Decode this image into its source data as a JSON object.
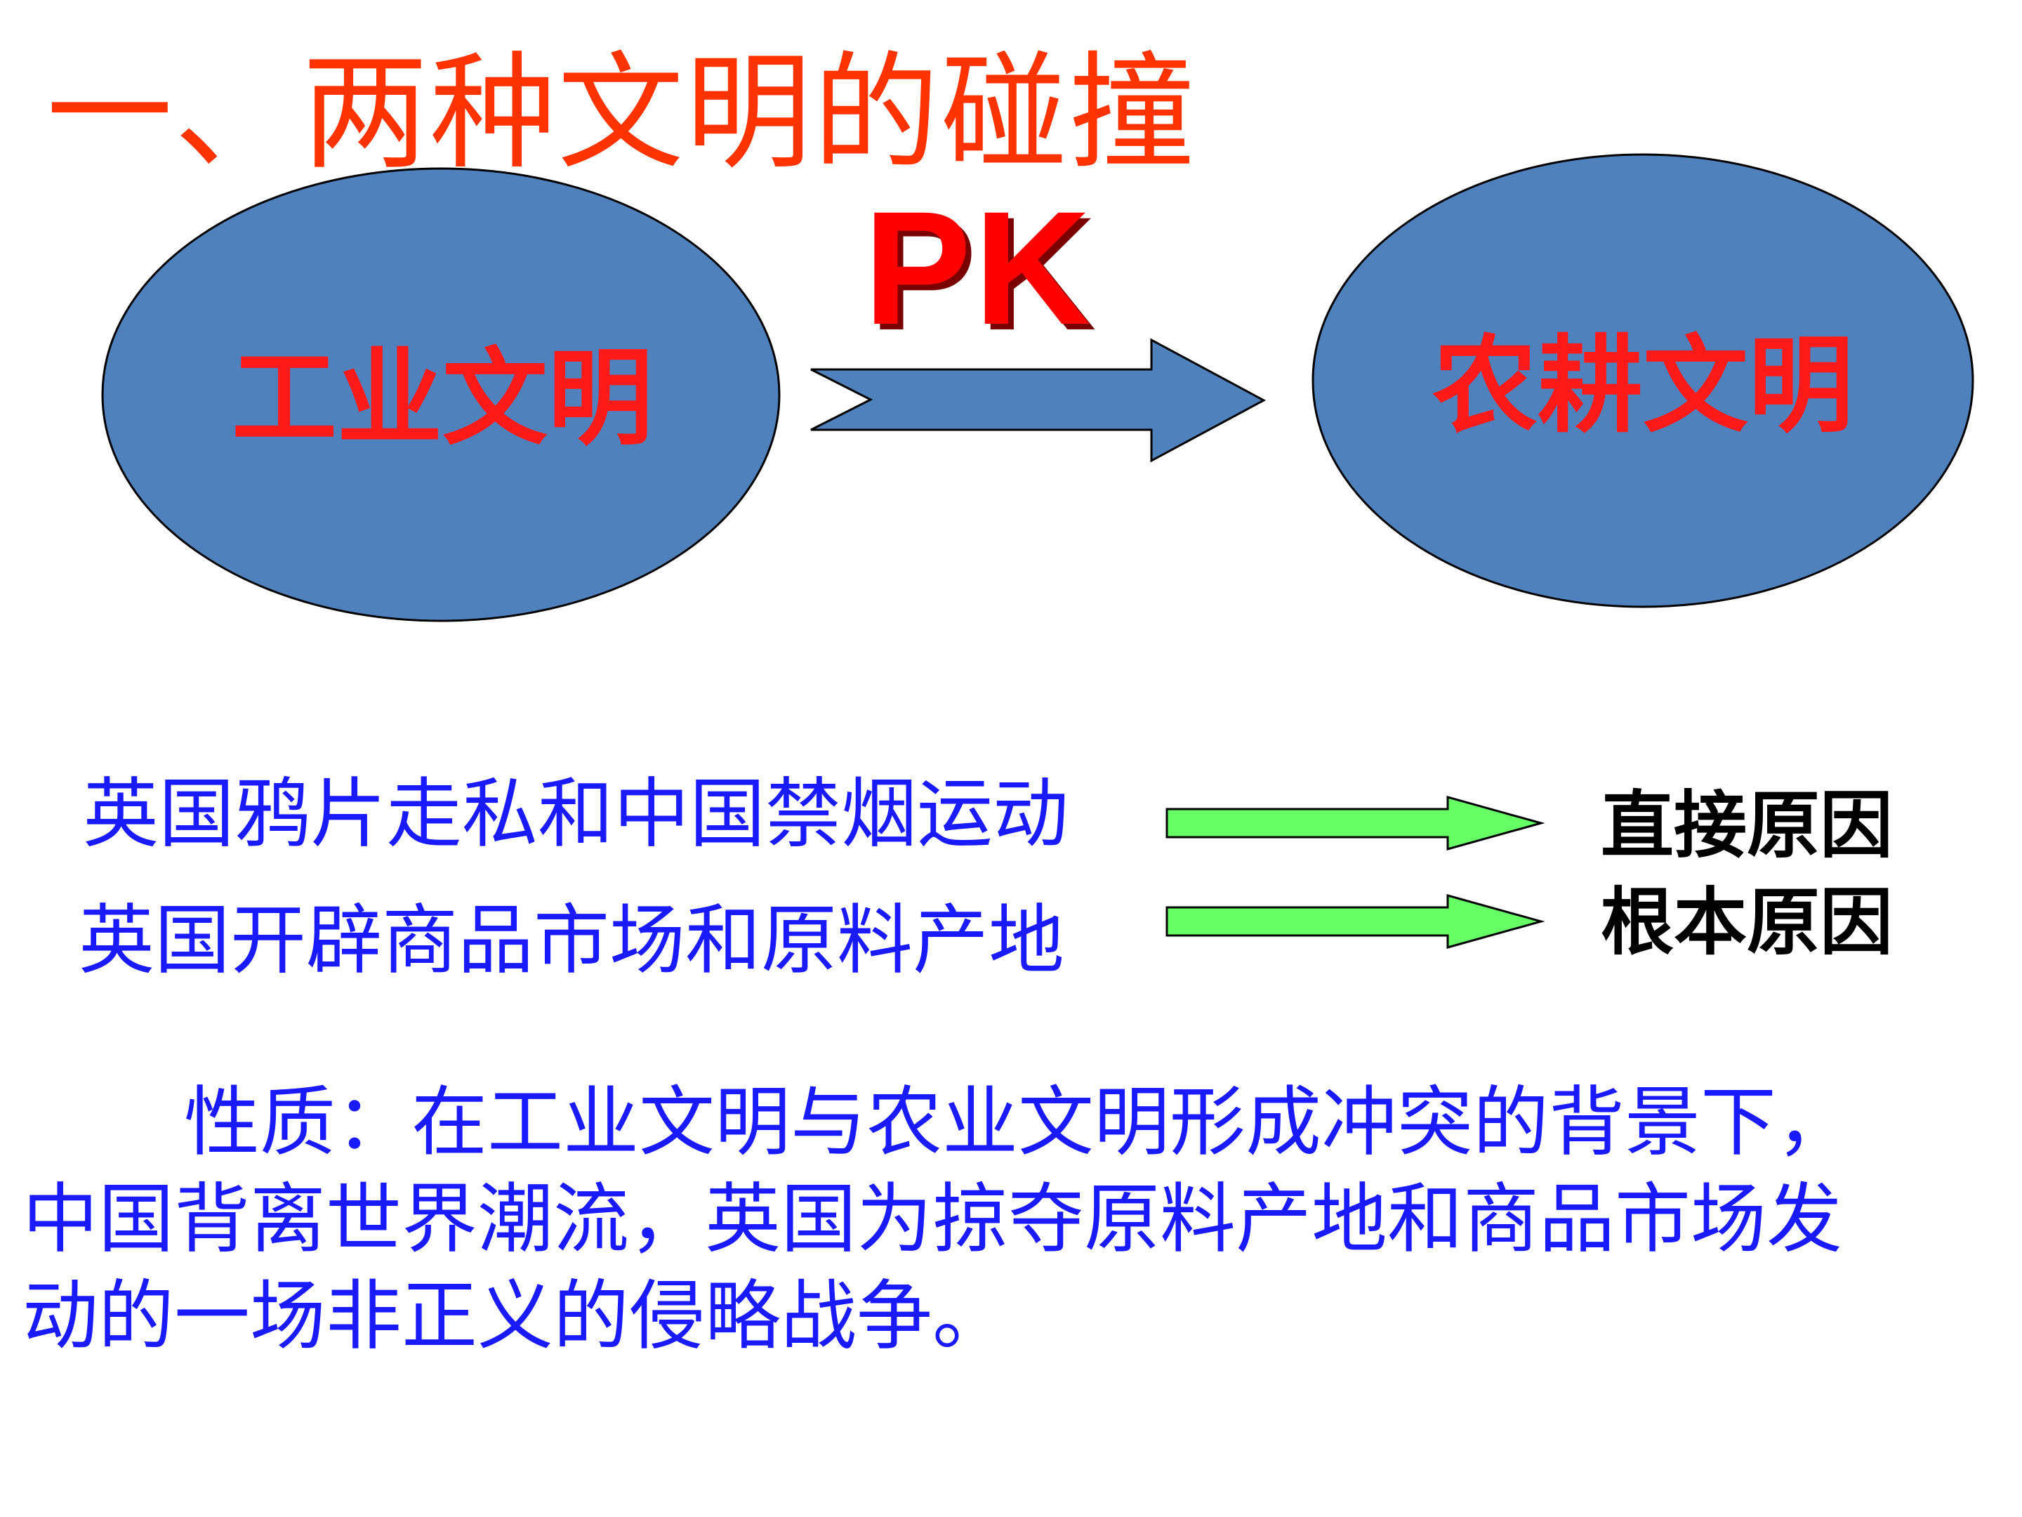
{
  "title": "一、两种文明的碰撞",
  "diagram": {
    "left_node": "工业文明",
    "right_node": "农耕文明",
    "connector": "PK"
  },
  "causes": [
    {
      "text": "英国鸦片走私和中国禁烟运动",
      "label": "直接原因"
    },
    {
      "text": "英国开辟商品市场和原料产地",
      "label": "根本原因"
    }
  ],
  "summary": {
    "line1": "性质：在工业文明与农业文明形成冲突的背景下，",
    "line2": "中国背离世界潮流，英国为掠夺原料产地和商品市场发",
    "line3": "动的一场非正义的侵略战争。"
  },
  "colors": {
    "title": "#ff3300",
    "node_fill": "#4f81bd",
    "node_label": "#ff1a1a",
    "pk": "#ff0000",
    "big_arrow_fill": "#4f81bd",
    "small_arrow_fill": "#66ff66",
    "cause_text": "#1a1aff",
    "cause_label": "#000000",
    "summary_text": "#1a1aff"
  }
}
